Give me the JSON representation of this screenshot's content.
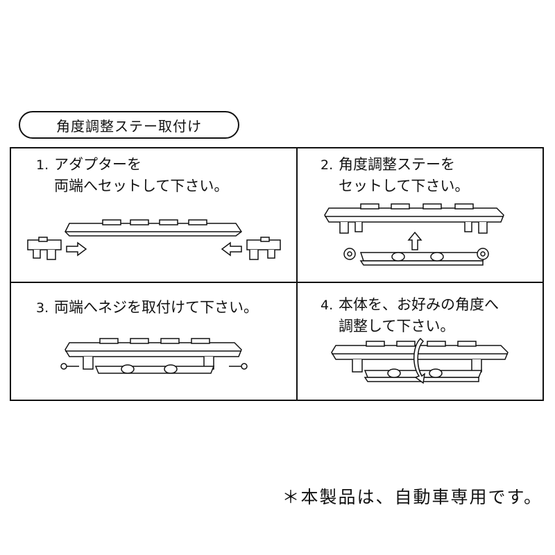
{
  "title": "角度調整ステー取付け",
  "steps": [
    {
      "num": "1.",
      "line1": "アダプターを",
      "line2": "両端へセットして下さい。"
    },
    {
      "num": "2.",
      "line1": "角度調整ステーを",
      "line2": "セットして下さい。"
    },
    {
      "num": "3.",
      "line1": "両端へネジを取付けて下さい。",
      "line2": ""
    },
    {
      "num": "4.",
      "line1": "本体を、お好みの角度へ",
      "line2": "調整して下さい。"
    }
  ],
  "note": "＊本製品は、自動車専用です。"
}
